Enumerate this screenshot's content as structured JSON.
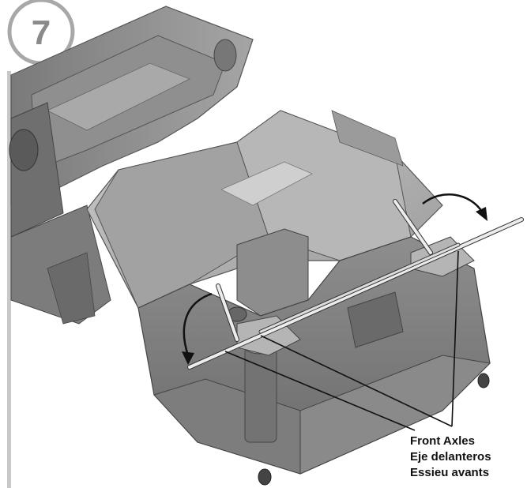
{
  "step": {
    "number": "7"
  },
  "callout": {
    "lines": [
      "Front Axles",
      "Eje delanteros",
      "Essieu avants"
    ]
  },
  "colors": {
    "step_ring": "#a8a8a8",
    "side_bar": "#c8c8c8",
    "body_light": "#bdbdbd",
    "body_mid": "#9c9c9c",
    "body_dark": "#6e6e6e",
    "axle": "#e8e8e8"
  }
}
